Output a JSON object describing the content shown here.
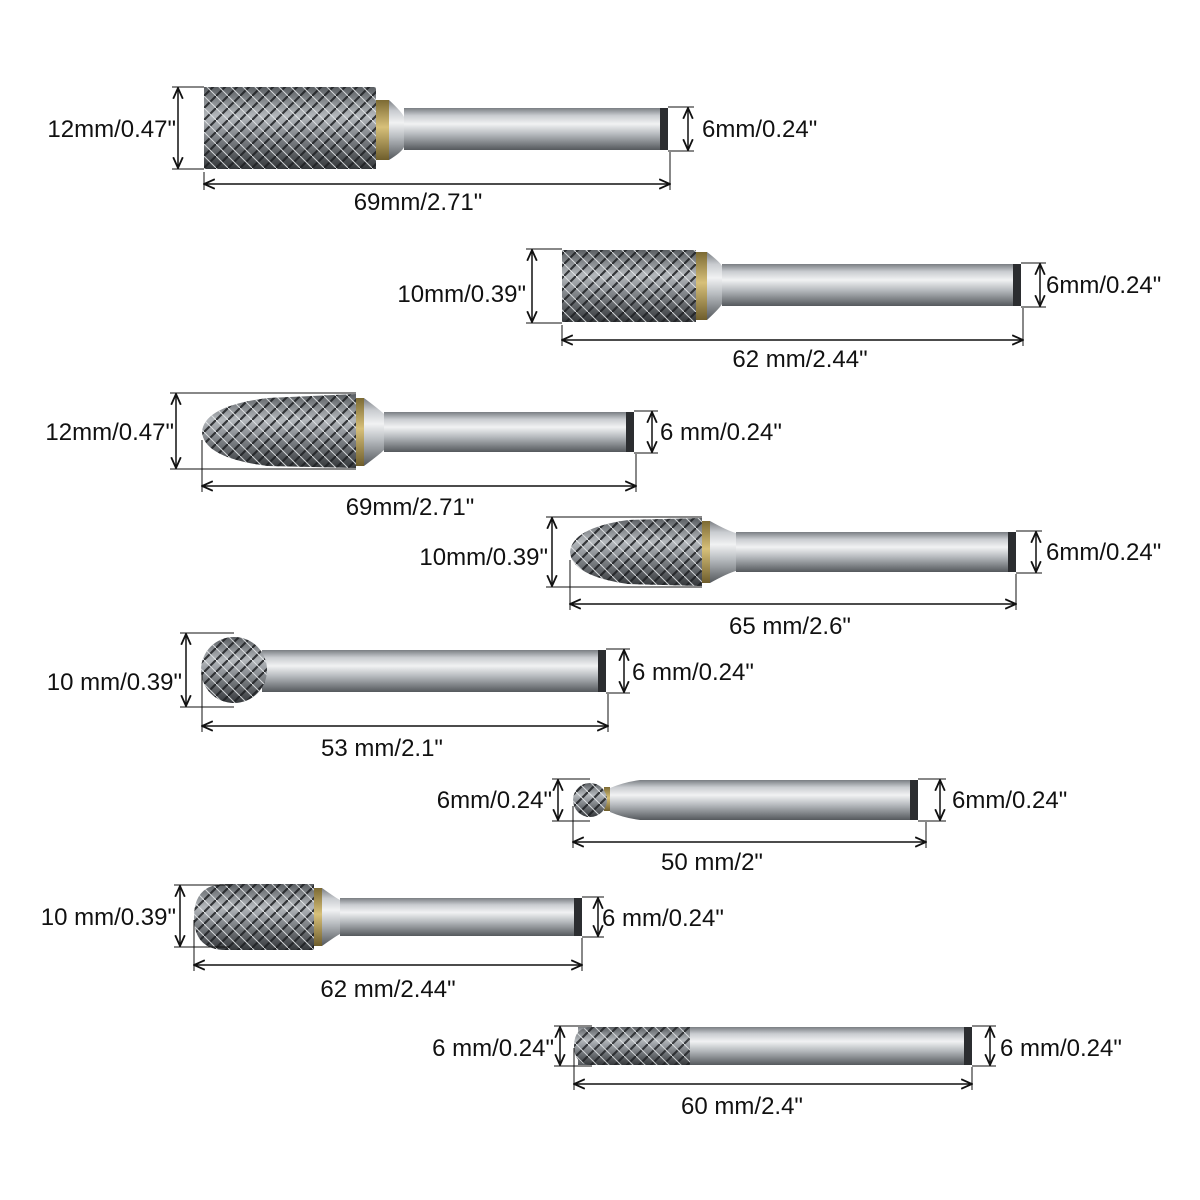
{
  "colors": {
    "background": "#ffffff",
    "dimension_line": "#111111",
    "shank_light": "#e4e6e8",
    "shank_mid": "#a9adb1",
    "shank_dark": "#5b5f63",
    "head_dark": "#3c3f43",
    "head_light": "#9fa3a8",
    "collar_gold": "#b89a4a"
  },
  "burrs": [
    {
      "shape": "cylinder",
      "head_diameter_label": "12mm/0.47\"",
      "shank_diameter_label": "6mm/0.24\"",
      "length_label": "69mm/2.71\""
    },
    {
      "shape": "cylinder",
      "head_diameter_label": "10mm/0.39\"",
      "shank_diameter_label": "6mm/0.24\"",
      "length_label": "62 mm/2.44\""
    },
    {
      "shape": "tree-radius",
      "head_diameter_label": "12mm/0.47\"",
      "shank_diameter_label": "6 mm/0.24\"",
      "length_label": "69mm/2.71\""
    },
    {
      "shape": "tree-radius",
      "head_diameter_label": "10mm/0.39\"",
      "shank_diameter_label": "6mm/0.24\"",
      "length_label": "65 mm/2.6\""
    },
    {
      "shape": "ball",
      "head_diameter_label": "10 mm/0.39\"",
      "shank_diameter_label": "6 mm/0.24\"",
      "length_label": "53 mm/2.1\""
    },
    {
      "shape": "ball",
      "head_diameter_label": "6mm/0.24\"",
      "shank_diameter_label": "6mm/0.24\"",
      "length_label": "50 mm/2\""
    },
    {
      "shape": "cylinder-radius-end",
      "head_diameter_label": "10 mm/0.39\"",
      "shank_diameter_label": "6 mm/0.24\"",
      "length_label": "62 mm/2.44\""
    },
    {
      "shape": "cylinder-radius-end",
      "head_diameter_label": "6 mm/0.24\"",
      "shank_diameter_label": "6 mm/0.24\"",
      "length_label": "60 mm/2.4\""
    }
  ]
}
